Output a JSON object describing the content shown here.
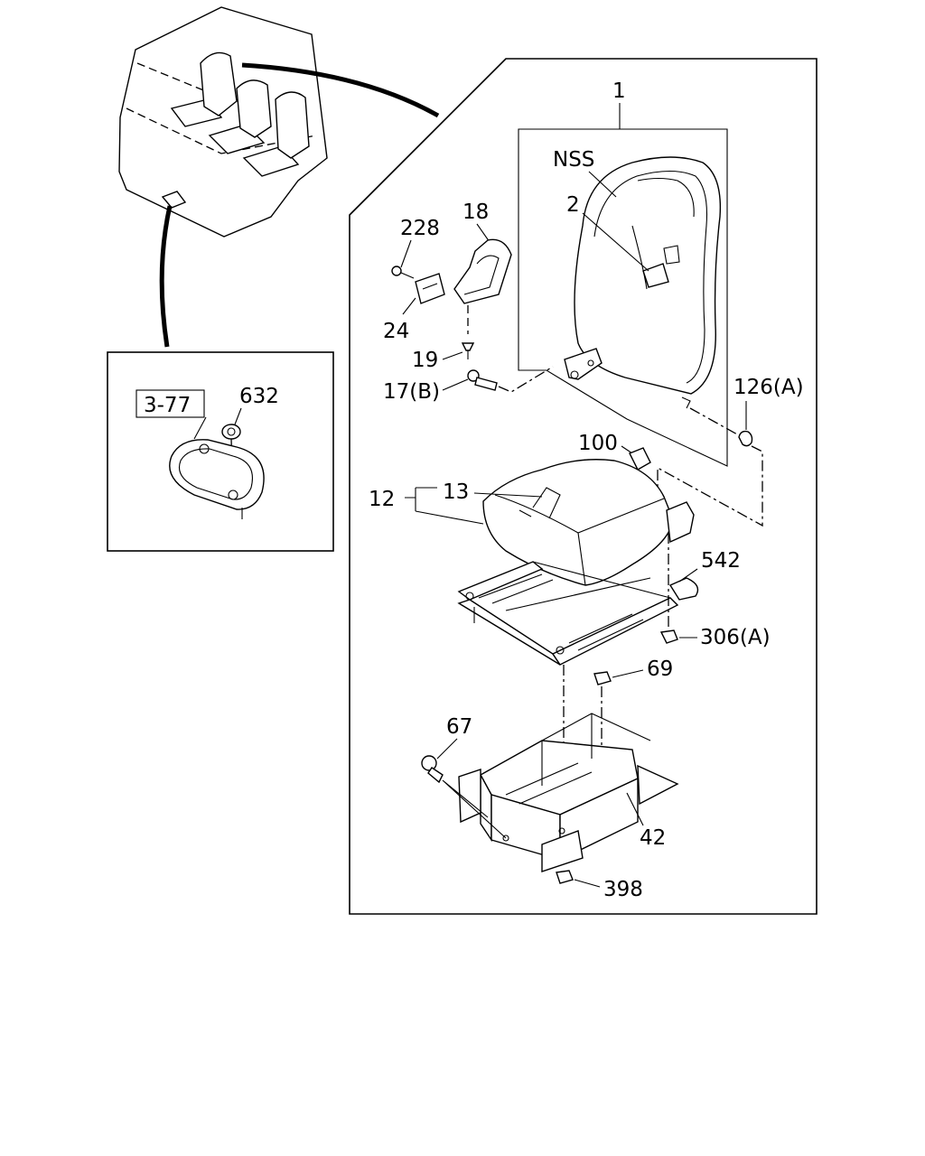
{
  "labels": {
    "p1": "1",
    "nss": "NSS",
    "p2": "2",
    "p18": "18",
    "p228": "228",
    "p24": "24",
    "p19": "19",
    "p17b": "17(B)",
    "p126a": "126(A)",
    "p100": "100",
    "p12": "12",
    "p13": "13",
    "p542": "542",
    "p306a": "306(A)",
    "p69": "69",
    "p67": "67",
    "p42": "42",
    "p398": "398",
    "ref377": "3-77",
    "p632": "632"
  }
}
